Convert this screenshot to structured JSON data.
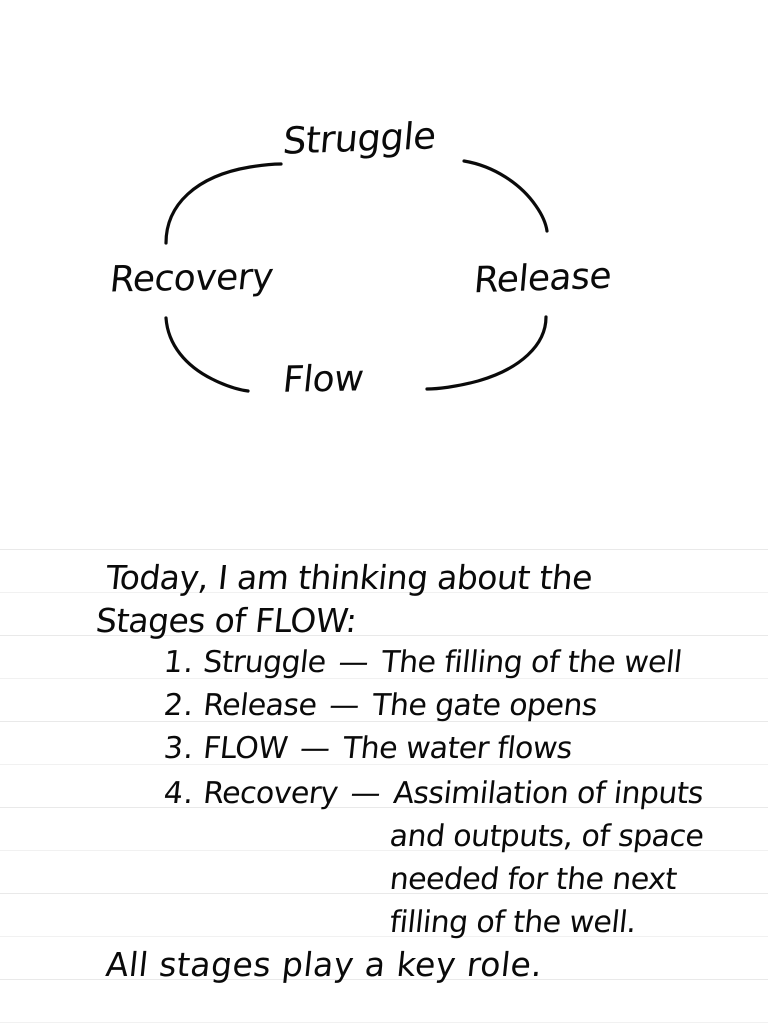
{
  "page": {
    "background_color": "#ffffff",
    "ink_color": "#0a0a0a",
    "rule_color": "#e9e9e9"
  },
  "diagram": {
    "name": "flow-cycle",
    "type": "cycle",
    "labels": {
      "top": "Struggle",
      "right": "Release",
      "bottom": "Flow",
      "left": "Recovery"
    },
    "arc_count": 4
  },
  "note": {
    "intro_line_1": "Today, I am thinking about the",
    "intro_line_2": "Stages of FLOW:",
    "items": [
      {
        "number": "1.",
        "stage": "Struggle",
        "dash": "—",
        "description": "The filling of the well"
      },
      {
        "number": "2.",
        "stage": "Release",
        "dash": "—",
        "description": "The gate opens"
      },
      {
        "number": "3.",
        "stage": "FLOW",
        "dash": "—",
        "description": "The water flows"
      },
      {
        "number": "4.",
        "stage": "Recovery",
        "dash": "—",
        "description": "Assimilation of inputs"
      }
    ],
    "continuation": [
      "and outputs, of space",
      "needed for the next",
      "filling of the well."
    ],
    "closing": "All stages play a key role."
  }
}
